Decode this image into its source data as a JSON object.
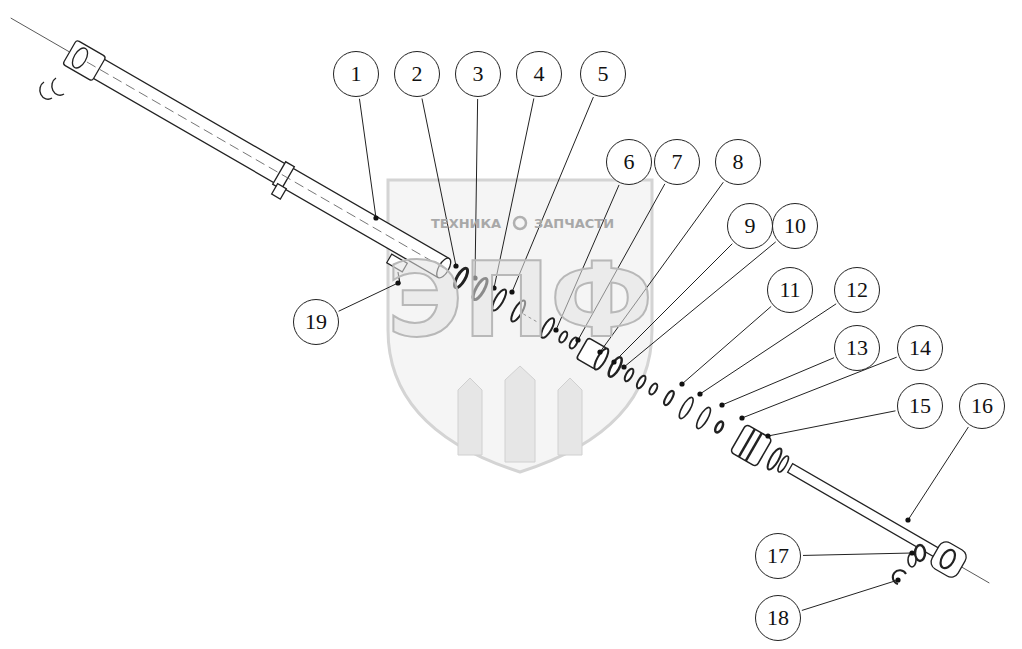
{
  "diagram": {
    "nodes": [
      {
        "text": [
          "1"
        ]
      },
      {
        "text": [
          "2"
        ]
      },
      {
        "text": [
          "3"
        ]
      },
      {
        "text": [
          "4"
        ]
      },
      {
        "text": [
          "5"
        ]
      },
      {
        "text": [
          "6"
        ]
      },
      {
        "text": [
          "7"
        ]
      },
      {
        "text": [
          "8"
        ]
      },
      {
        "text": [
          "9"
        ]
      },
      {
        "text": [
          "10"
        ]
      },
      {
        "text": [
          "11"
        ]
      },
      {
        "text": [
          "12"
        ]
      },
      {
        "text": [
          "13"
        ]
      },
      {
        "text": [
          "14"
        ]
      },
      {
        "text": [
          "15"
        ]
      },
      {
        "text": [
          "16"
        ]
      },
      {
        "text": [
          "17"
        ]
      },
      {
        "text": [
          "18"
        ]
      },
      {
        "text": [
          "19"
        ]
      }
    ],
    "labels": [
      "ТЕХНИКА",
      "ЗАПЧАСТИ",
      "ЭПФ"
    ]
  }
}
